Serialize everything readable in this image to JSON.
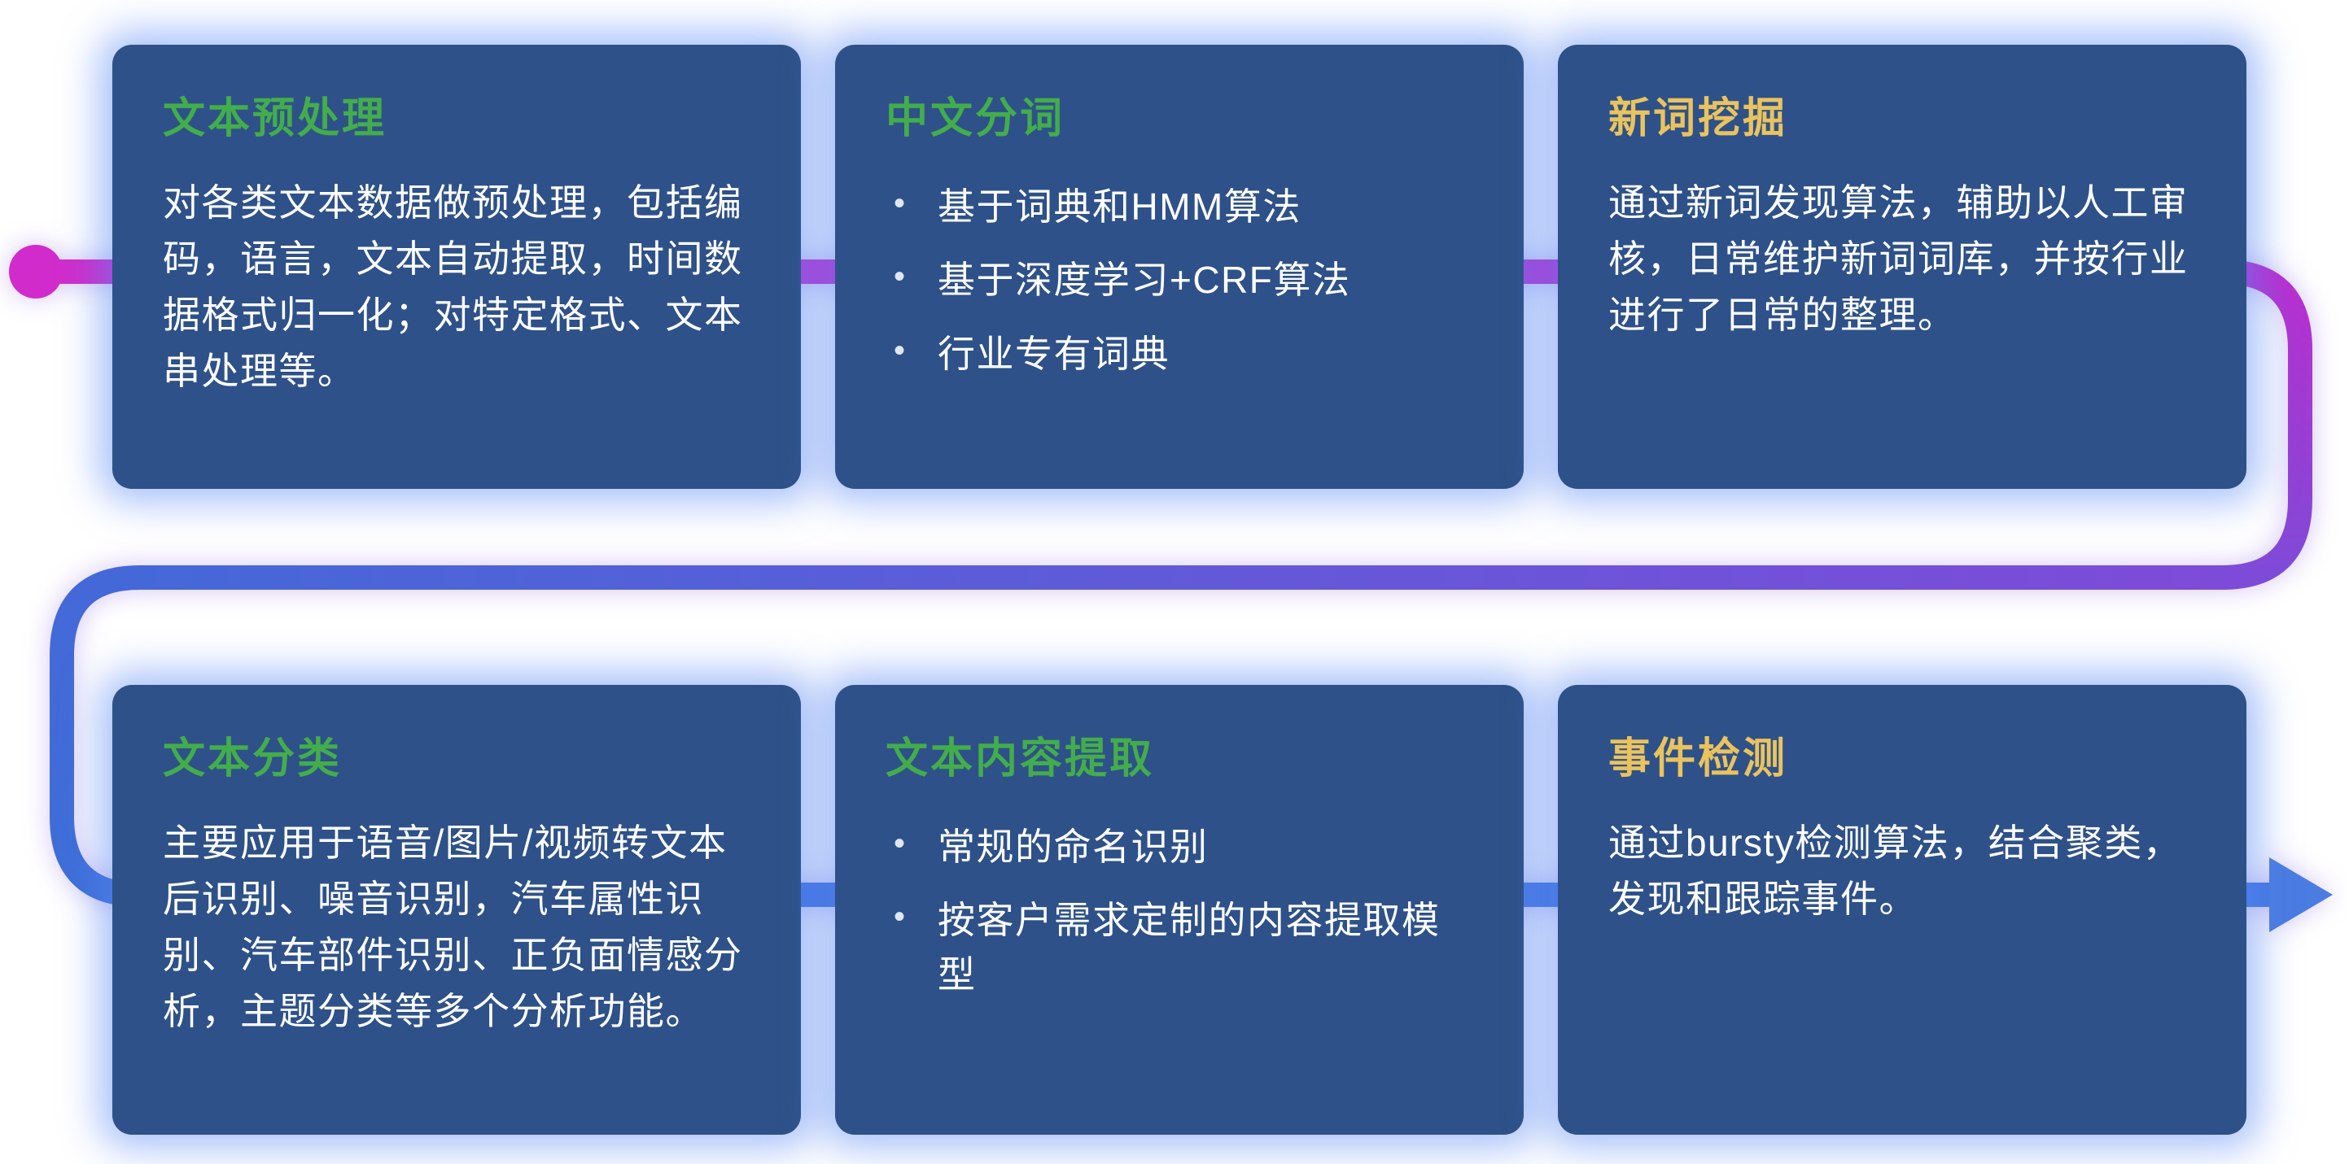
{
  "flow": {
    "start_dot_color": "#d12ccb",
    "line_colors": {
      "magenta": "#c92bc7",
      "purple": "#7e4bd8",
      "blue": "#3e6fd8"
    },
    "arrow_color": "#4a7ce1",
    "direction": "left-to-right, snaking from top row to bottom row"
  },
  "card_glow_color": "#5888f6",
  "card_background_color": "#2e5189",
  "cards": [
    {
      "title": "文本预处理",
      "title_color": "#43ad4c",
      "body": "对各类文本数据做预处理，包括编码，语言，文本自动提取，时间数据格式归一化；对特定格式、文本串处理等。"
    },
    {
      "title": "中文分词",
      "title_color": "#43ad4c",
      "bullets": [
        "基于词典和HMM算法",
        "基于深度学习+CRF算法",
        "行业专有词典"
      ]
    },
    {
      "title": "新词挖掘",
      "title_color": "#eac35e",
      "body": "通过新词发现算法，辅助以人工审核，日常维护新词词库，并按行业进行了日常的整理。"
    },
    {
      "title": "文本分类",
      "title_color": "#43ad4c",
      "body": "主要应用于语音/图片/视频转文本后识别、噪音识别，汽车属性识别、汽车部件识别、正负面情感分析，主题分类等多个分析功能。"
    },
    {
      "title": "文本内容提取",
      "title_color": "#43ad4c",
      "bullets": [
        "常规的命名识别",
        "按客户需求定制的内容提取模型"
      ]
    },
    {
      "title": "事件检测",
      "title_color": "#eac35e",
      "body": "通过bursty检测算法，结合聚类，发现和跟踪事件。"
    }
  ]
}
